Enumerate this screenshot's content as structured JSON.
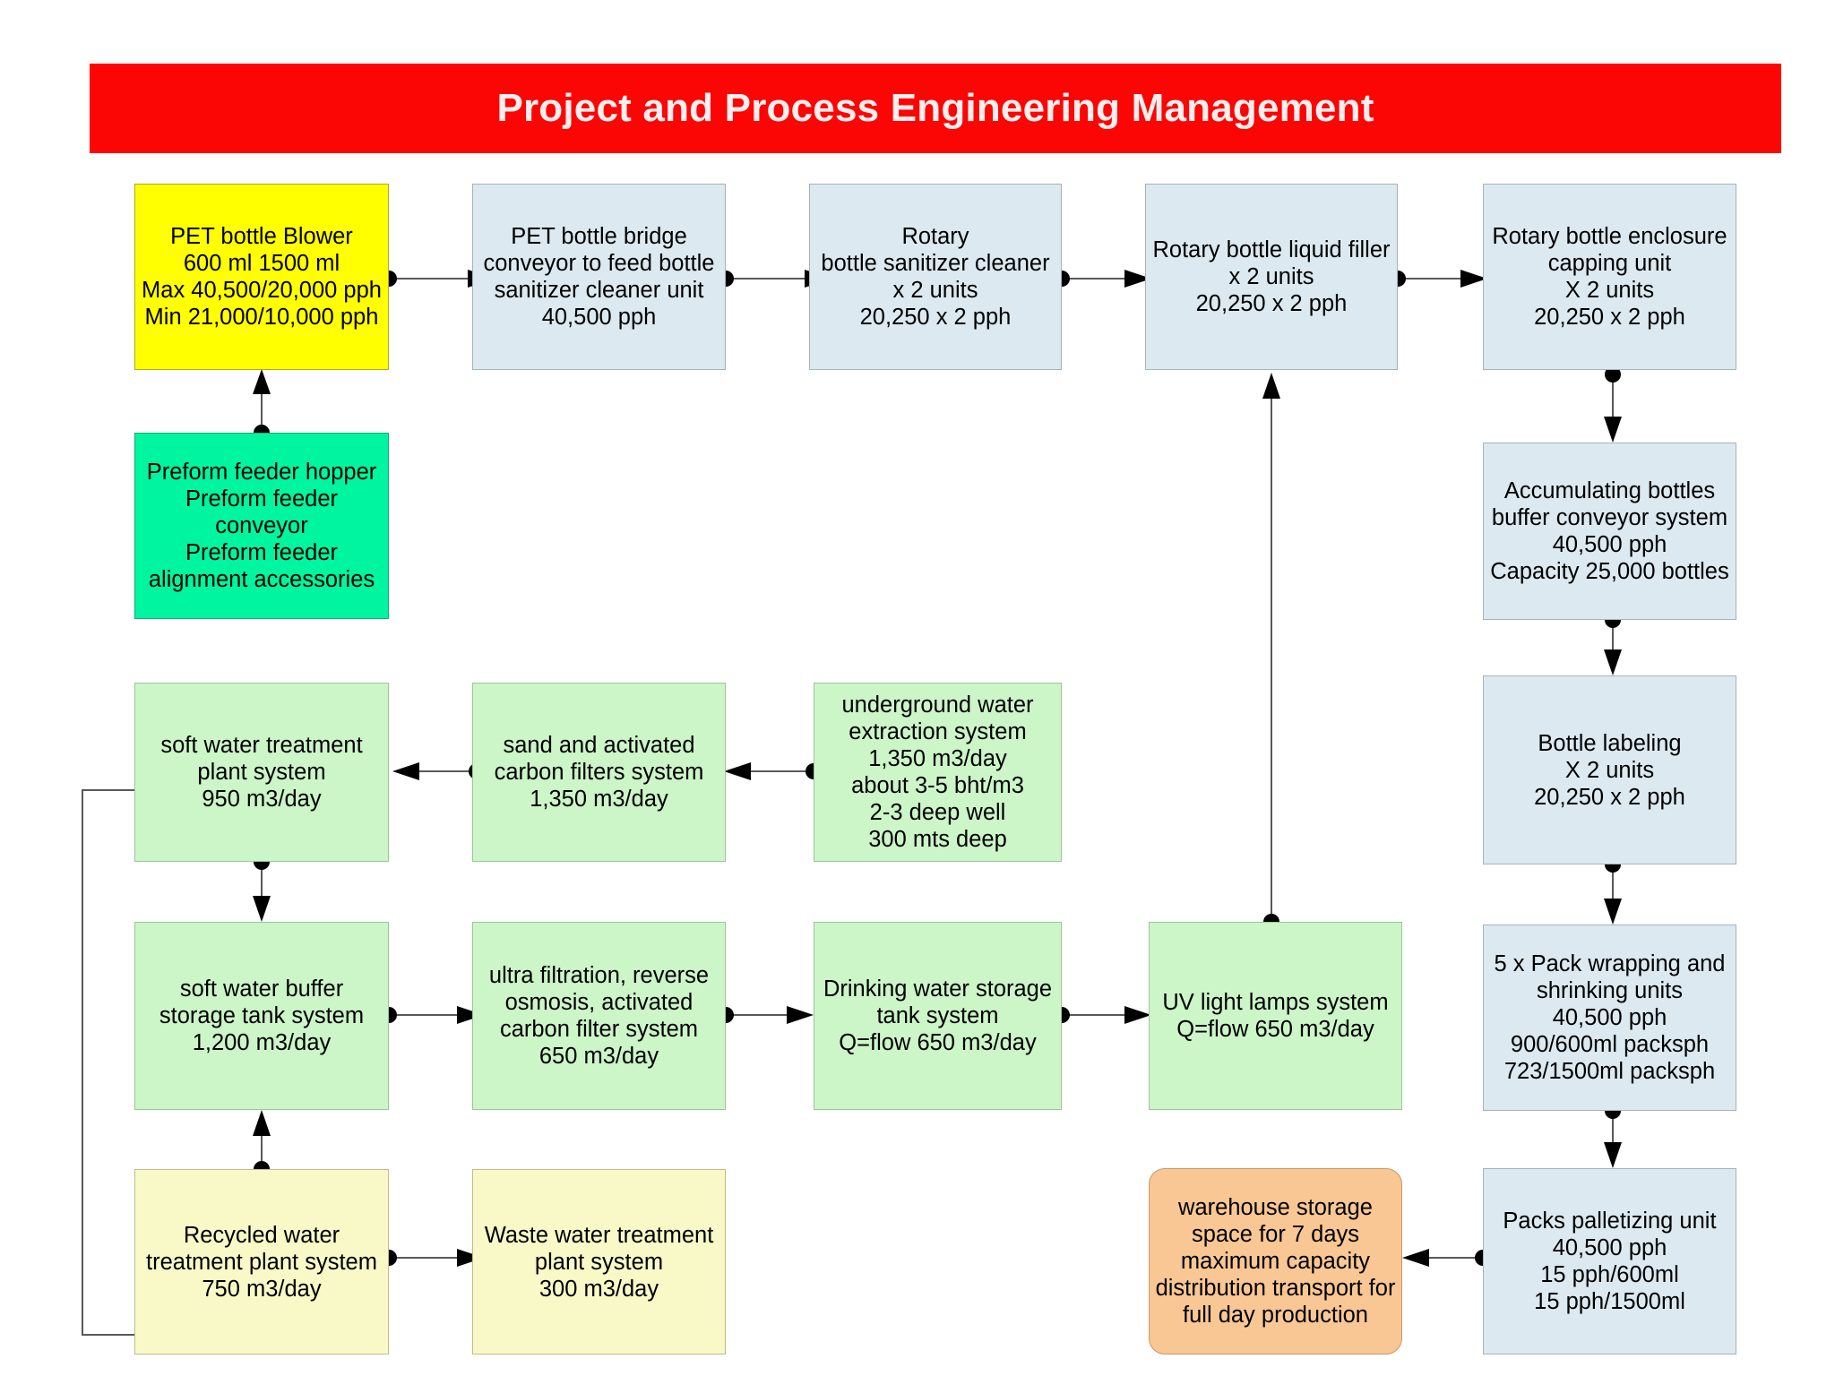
{
  "header": {
    "title": "Project and Process Engineering Management",
    "banner_color": "#fc0505",
    "title_color": "#fdeeee"
  },
  "palette": {
    "blue": "#dce9f0",
    "yellow": "#ffff00",
    "spring_green": "#00f5a0",
    "light_green": "#ccf5c8",
    "pale_yellow": "#f9f9c8",
    "orange": "#f9c794",
    "connector": "#595959"
  },
  "nodes": {
    "pet_bottle_blower": "PET bottle Blower\n600 ml 1500 ml\nMax 40,500/20,000 pph\nMin 21,000/10,000 pph",
    "preform_feeder": "Preform feeder hopper\nPreform feeder\nconveyor\nPreform feeder\nalignment accessories",
    "pet_bridge_conveyor": "PET bottle bridge\nconveyor to feed bottle\nsanitizer cleaner unit\n40,500 pph",
    "rotary_sanitizer": "Rotary\nbottle sanitizer cleaner\nx 2 units\n20,250 x 2 pph",
    "rotary_liquid_filler": "Rotary bottle liquid filler\nx 2 units\n20,250 x 2 pph",
    "rotary_capping": "Rotary bottle enclosure\ncapping unit\nX 2 units\n20,250 x 2 pph",
    "accumulating_bottles": "Accumulating bottles\nbuffer conveyor system\n40,500 pph\nCapacity 25,000 bottles",
    "bottle_labeling": "Bottle labeling\nX 2 units\n20,250 x 2 pph",
    "pack_wrapping": "5 x Pack wrapping and\nshrinking units\n40,500 pph\n900/600ml packsph\n723/1500ml packsph",
    "packs_palletizing": "Packs palletizing unit\n40,500 pph\n15 pph/600ml\n15 pph/1500ml",
    "warehouse_storage": "warehouse storage\nspace for 7 days\nmaximum  capacity\ndistribution transport for\nfull day production",
    "soft_water_treatment": "soft water treatment\nplant system\n950 m3/day",
    "sand_carbon_filters": "sand and activated\ncarbon filters system\n1,350 m3/day",
    "underground_water": "underground water\nextraction system\n1,350 m3/day\nabout 3-5 bht/m3\n2-3 deep well\n300 mts deep",
    "soft_water_buffer": "soft water buffer\nstorage tank system\n1,200 m3/day",
    "ultra_filtration": "ultra filtration, reverse\nosmosis, activated\ncarbon filter system\n650 m3/day",
    "drinking_water_storage": "Drinking water storage\ntank system\nQ=flow 650 m3/day",
    "uv_light_lamps": "UV light lamps system\nQ=flow 650 m3/day",
    "recycled_water": "Recycled water\ntreatment plant system\n750 m3/day",
    "waste_water": "Waste water treatment\nplant system\n300 m3/day"
  }
}
